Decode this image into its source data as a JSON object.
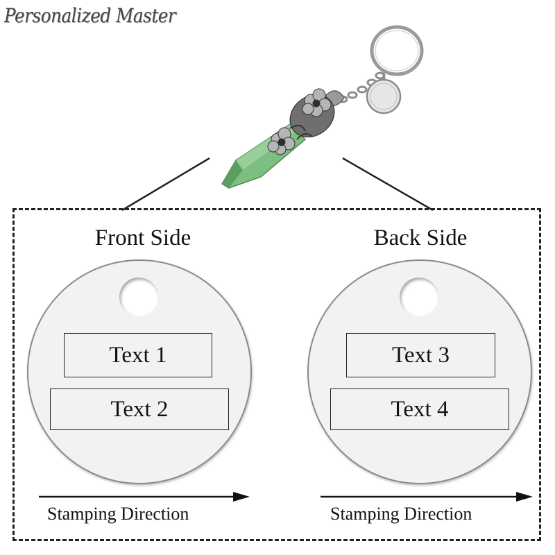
{
  "brand": {
    "name": "Personalized Master"
  },
  "front": {
    "title": "Front Side",
    "text_lines": [
      "Text 1",
      "Text 2"
    ],
    "direction_label": "Stamping Direction"
  },
  "back": {
    "title": "Back Side",
    "text_lines": [
      "Text 3",
      "Text 4"
    ],
    "direction_label": "Stamping Direction"
  },
  "colors": {
    "crystal": "#7dbf80",
    "metal": "#9a9a9a",
    "tag_fill": "#f2f2f2",
    "outline": "#222222"
  },
  "icons": [
    "keyring-icon",
    "crystal-pendant-icon",
    "disc-charm-icon",
    "arrow-right-icon"
  ]
}
